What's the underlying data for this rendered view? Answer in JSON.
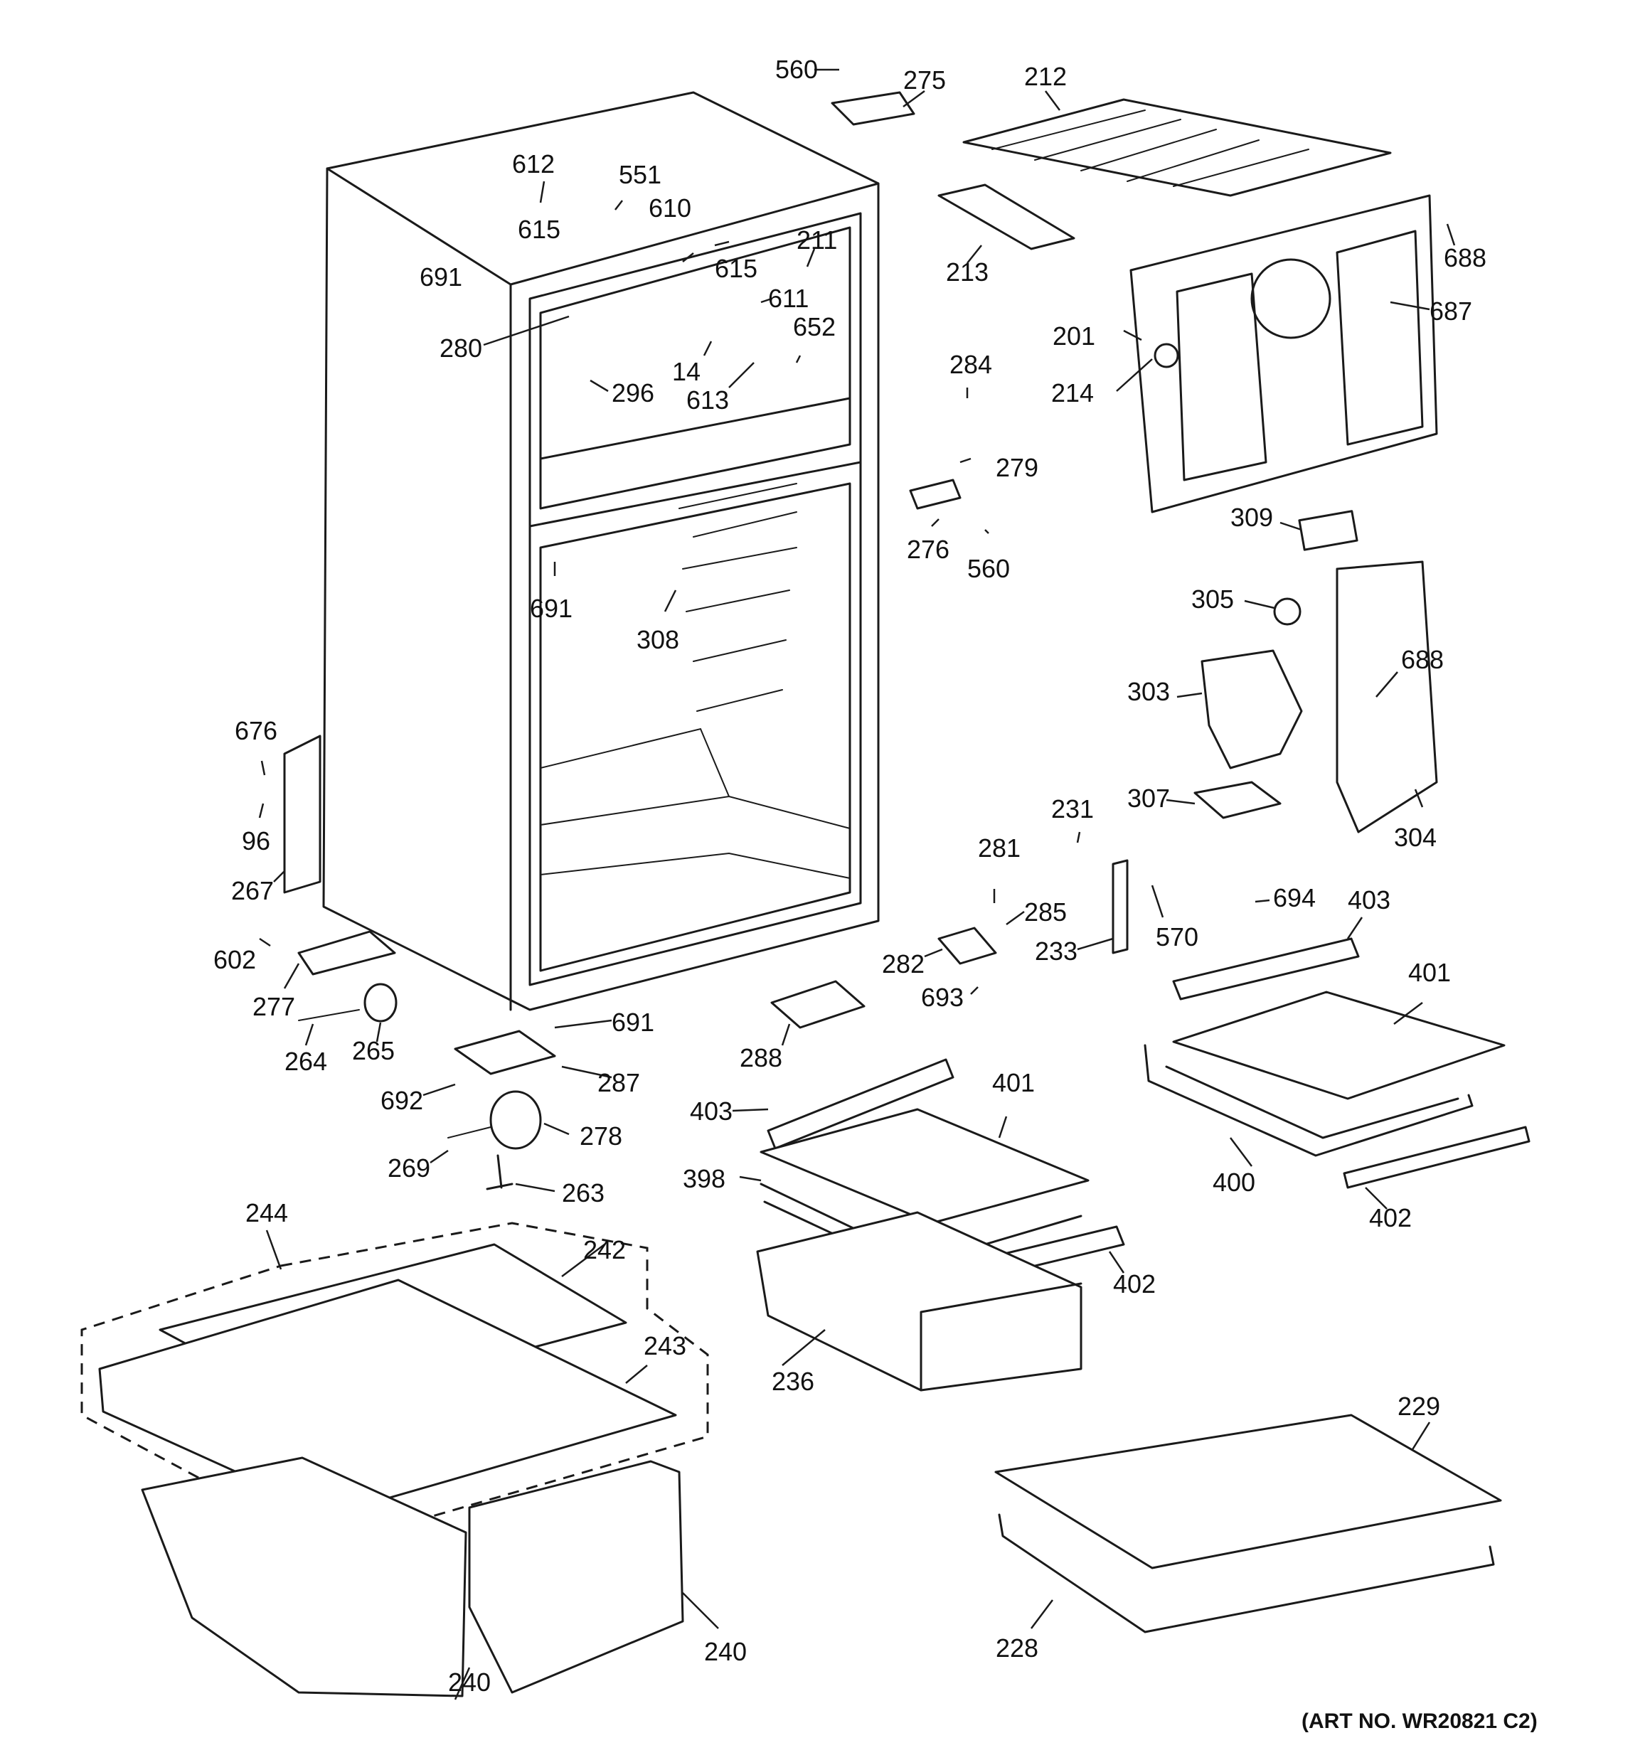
{
  "colors": {
    "line": "#1a1a1a",
    "background": "#ffffff"
  },
  "art_number": "(ART NO. WR20821 C2)",
  "callouts": [
    {
      "id": "c560a",
      "label": "560"
    },
    {
      "id": "c275",
      "label": "275"
    },
    {
      "id": "c212",
      "label": "212"
    },
    {
      "id": "c612",
      "label": "612"
    },
    {
      "id": "c551",
      "label": "551"
    },
    {
      "id": "c615a",
      "label": "615"
    },
    {
      "id": "c610",
      "label": "610"
    },
    {
      "id": "c691a",
      "label": "691"
    },
    {
      "id": "c211",
      "label": "211"
    },
    {
      "id": "c615b",
      "label": "615"
    },
    {
      "id": "c611",
      "label": "611"
    },
    {
      "id": "c213",
      "label": "213"
    },
    {
      "id": "c688a",
      "label": "688"
    },
    {
      "id": "c687",
      "label": "687"
    },
    {
      "id": "c201",
      "label": "201"
    },
    {
      "id": "c280",
      "label": "280"
    },
    {
      "id": "c14",
      "label": "14"
    },
    {
      "id": "c652",
      "label": "652"
    },
    {
      "id": "c296",
      "label": "296"
    },
    {
      "id": "c613",
      "label": "613"
    },
    {
      "id": "c284",
      "label": "284"
    },
    {
      "id": "c214",
      "label": "214"
    },
    {
      "id": "c279",
      "label": "279"
    },
    {
      "id": "c309",
      "label": "309"
    },
    {
      "id": "c276",
      "label": "276"
    },
    {
      "id": "c560b",
      "label": "560"
    },
    {
      "id": "c691b",
      "label": "691"
    },
    {
      "id": "c308",
      "label": "308"
    },
    {
      "id": "c305",
      "label": "305"
    },
    {
      "id": "c688b",
      "label": "688"
    },
    {
      "id": "c303",
      "label": "303"
    },
    {
      "id": "c676",
      "label": "676"
    },
    {
      "id": "c96",
      "label": "96"
    },
    {
      "id": "c267",
      "label": "267"
    },
    {
      "id": "c307",
      "label": "307"
    },
    {
      "id": "c304",
      "label": "304"
    },
    {
      "id": "c231",
      "label": "231"
    },
    {
      "id": "c281",
      "label": "281"
    },
    {
      "id": "c285",
      "label": "285"
    },
    {
      "id": "c694",
      "label": "694"
    },
    {
      "id": "c403a",
      "label": "403"
    },
    {
      "id": "c602",
      "label": "602"
    },
    {
      "id": "c282",
      "label": "282"
    },
    {
      "id": "c233",
      "label": "233"
    },
    {
      "id": "c570",
      "label": "570"
    },
    {
      "id": "c277",
      "label": "277"
    },
    {
      "id": "c693",
      "label": "693"
    },
    {
      "id": "c401a",
      "label": "401"
    },
    {
      "id": "c691c",
      "label": "691"
    },
    {
      "id": "c264",
      "label": "264"
    },
    {
      "id": "c265",
      "label": "265"
    },
    {
      "id": "c288",
      "label": "288"
    },
    {
      "id": "c287",
      "label": "287"
    },
    {
      "id": "c692",
      "label": "692"
    },
    {
      "id": "c401b",
      "label": "401"
    },
    {
      "id": "c403b",
      "label": "403"
    },
    {
      "id": "c278",
      "label": "278"
    },
    {
      "id": "c400",
      "label": "400"
    },
    {
      "id": "c269",
      "label": "269"
    },
    {
      "id": "c398",
      "label": "398"
    },
    {
      "id": "c263",
      "label": "263"
    },
    {
      "id": "c402a",
      "label": "402"
    },
    {
      "id": "c244",
      "label": "244"
    },
    {
      "id": "c242",
      "label": "242"
    },
    {
      "id": "c402b",
      "label": "402"
    },
    {
      "id": "c243",
      "label": "243"
    },
    {
      "id": "c236",
      "label": "236"
    },
    {
      "id": "c229",
      "label": "229"
    },
    {
      "id": "c228",
      "label": "228"
    },
    {
      "id": "c240a",
      "label": "240"
    },
    {
      "id": "c240b",
      "label": "240"
    }
  ]
}
